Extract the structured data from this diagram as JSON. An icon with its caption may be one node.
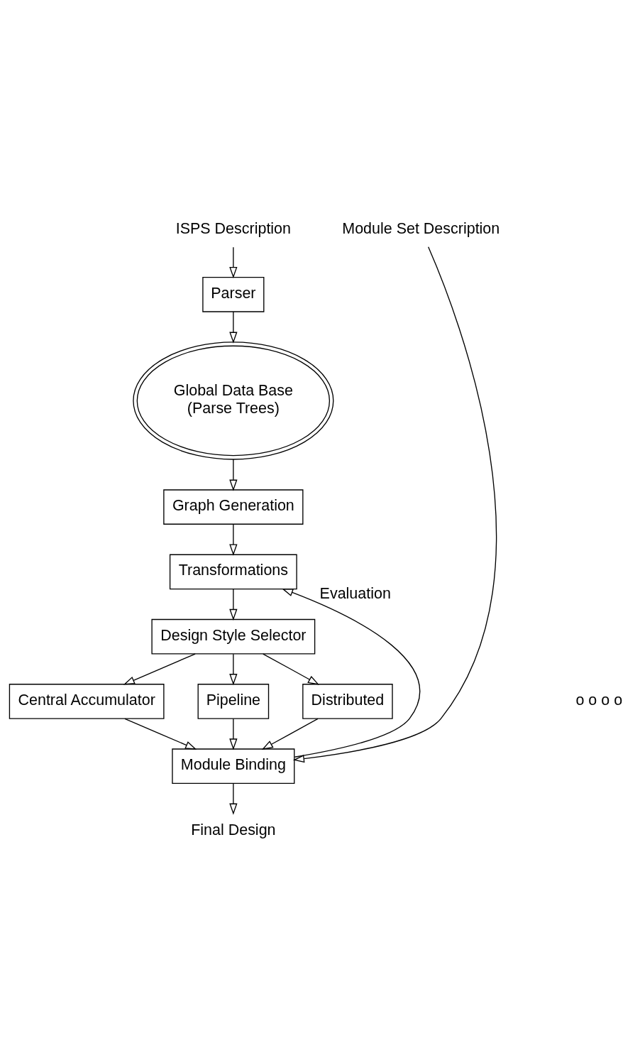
{
  "diagram": {
    "nodes": [
      {
        "text": [
          "ISPS Description"
        ]
      },
      {
        "text": [
          "Parser"
        ]
      },
      {
        "text": [
          "Global Data Base",
          "(Parse Trees)"
        ]
      },
      {
        "text": [
          "Graph Generation"
        ]
      },
      {
        "text": [
          "Transformations"
        ]
      },
      {
        "text": [
          "Design Style Selector"
        ]
      },
      {
        "text": [
          "Central Accumulator"
        ]
      },
      {
        "text": [
          "Pipeline"
        ]
      },
      {
        "text": [
          "Distributed"
        ]
      },
      {
        "text": [
          "Module Binding"
        ]
      },
      {
        "text": [
          "Final Design"
        ]
      },
      {
        "text": [
          "Module Set Description"
        ]
      }
    ],
    "edges": [
      {
        "from": 0,
        "to": 1,
        "arrow": "to"
      },
      {
        "from": 1,
        "to": 2,
        "arrow": "to"
      },
      {
        "from": 2,
        "to": 3,
        "arrow": "to"
      },
      {
        "from": 3,
        "to": 4,
        "arrow": "to"
      },
      {
        "from": 4,
        "to": 5,
        "arrow": "to"
      },
      {
        "from": 5,
        "to": 6,
        "arrow": "to"
      },
      {
        "from": 5,
        "to": 7,
        "arrow": "to"
      },
      {
        "from": 5,
        "to": 8,
        "arrow": "to"
      },
      {
        "from": 6,
        "to": 9,
        "arrow": "to"
      },
      {
        "from": 7,
        "to": 9,
        "arrow": "to"
      },
      {
        "from": 8,
        "to": 9,
        "arrow": "to"
      },
      {
        "from": 9,
        "to": 4,
        "arrow": "to",
        "label": "Evaluation"
      },
      {
        "from": 9,
        "to": 10,
        "arrow": "to"
      },
      {
        "from": 11,
        "to": 9,
        "arrow": "to"
      }
    ],
    "labels": [
      "o o o o"
    ]
  }
}
